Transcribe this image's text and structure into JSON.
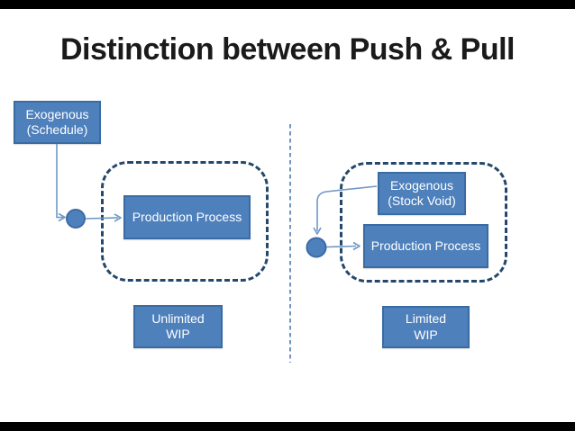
{
  "title": "Distinction between Push & Pull",
  "push_side": {
    "exogenous_label": "Exogenous\n(Schedule)",
    "process_label": "Production Process",
    "wip_label": "Unlimited\nWIP"
  },
  "pull_side": {
    "exogenous_label": "Exogenous\n(Stock Void)",
    "process_label": "Production Process",
    "wip_label": "Limited\nWIP"
  },
  "colors": {
    "box_fill": "#4e80bc",
    "box_border": "#3a6ba3",
    "dashed_region_border": "#24486b",
    "connector": "#7097c5",
    "divider": "#6e94bf",
    "title_text": "#1a1a1a",
    "box_text": "#ffffff",
    "letterbox": "#000000",
    "background": "#ffffff"
  }
}
